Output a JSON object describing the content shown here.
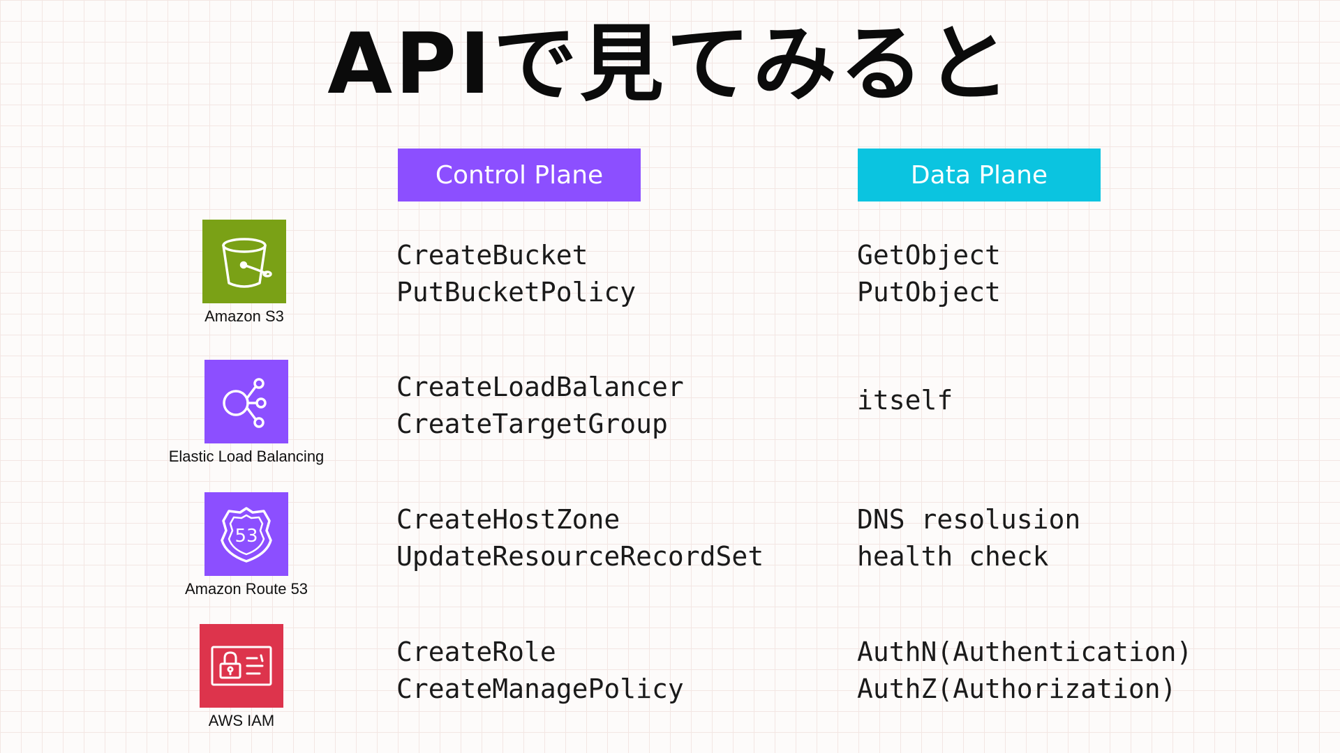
{
  "title": "APIで見てみると",
  "headers": {
    "control_plane": "Control Plane",
    "data_plane": "Data Plane",
    "control_color": "#8c4fff",
    "data_color": "#0bc4e0"
  },
  "services": [
    {
      "name": "Amazon S3",
      "icon": "s3-bucket-icon",
      "color": "#7aa116",
      "control_plane": [
        "CreateBucket",
        "PutBucketPolicy"
      ],
      "data_plane": [
        "GetObject",
        "PutObject"
      ]
    },
    {
      "name": "Elastic Load Balancing",
      "icon": "load-balancer-icon",
      "color": "#8c4fff",
      "control_plane": [
        "CreateLoadBalancer",
        "CreateTargetGroup"
      ],
      "data_plane": [
        "itself"
      ]
    },
    {
      "name": "Amazon Route 53",
      "icon": "route53-shield-icon",
      "icon_text": "53",
      "color": "#8c4fff",
      "control_plane": [
        "CreateHostZone",
        "UpdateResourceRecordSet"
      ],
      "data_plane": [
        "DNS resolusion",
        "health check"
      ]
    },
    {
      "name": "AWS IAM",
      "icon": "iam-badge-icon",
      "color": "#dd344c",
      "control_plane": [
        "CreateRole",
        "CreateManagePolicy"
      ],
      "data_plane": [
        "AuthN(Authentication)",
        "AuthZ(Authorization)"
      ]
    }
  ]
}
